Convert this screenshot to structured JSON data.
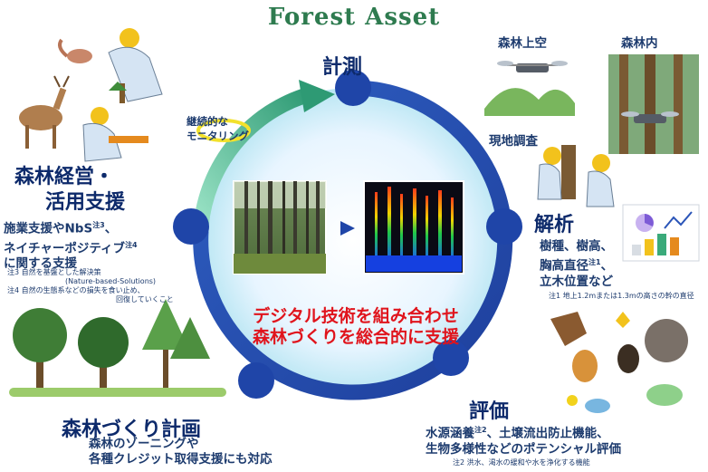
{
  "title": "Forest Asset",
  "center": {
    "line1": "デジタル技術を組み合わせ",
    "line2": "森林づくりを総合的に支援"
  },
  "monitoring": {
    "line1": "継続的な",
    "line2": "モニタリング"
  },
  "measurement": {
    "title": "計測",
    "aerial_label": "森林上空",
    "inside_label": "森林内",
    "field_label": "現地調査"
  },
  "analysis": {
    "title": "解析",
    "line1": "樹種、樹高、",
    "line2a": "胸高直径",
    "line2_sup": "注1",
    "line2b": "、",
    "line3": "立木位置など",
    "note1": "注1 地上1.2mまたは1.3mの高さの幹の直径"
  },
  "evaluation": {
    "title": "評価",
    "line1a": "水源涵養",
    "line1_sup": "注2",
    "line1b": "、土壌流出防止機能、",
    "line2": "生物多様性などのポテンシャル評価",
    "note2": "注2 洪水、渇水の緩和や水を浄化する機能"
  },
  "planning": {
    "title": "森林づくり計画",
    "line1": "森林のゾーニングや",
    "line2": "各種クレジット取得支援にも対応"
  },
  "management": {
    "title1": "森林経営・",
    "title2": "活用支援",
    "line1a": "施業支援やNbS",
    "line1_sup": "注3",
    "line1b": "、",
    "line2a": "ネイチャーポジティブ",
    "line2_sup": "注4",
    "line3": "に関する支援",
    "note3a": "注3 自然を基盤とした解決策",
    "note3b": "(Nature-based-Solutions)",
    "note4a": "注4 自然の生態系などの損失を食い止め、",
    "note4b": "回復していくこと"
  },
  "colors": {
    "ring": "#2b55b8",
    "node": "#1f45a8",
    "arrow": "#3aaa7a",
    "center_text": "#e0141c",
    "title": "#2e7b4f"
  }
}
